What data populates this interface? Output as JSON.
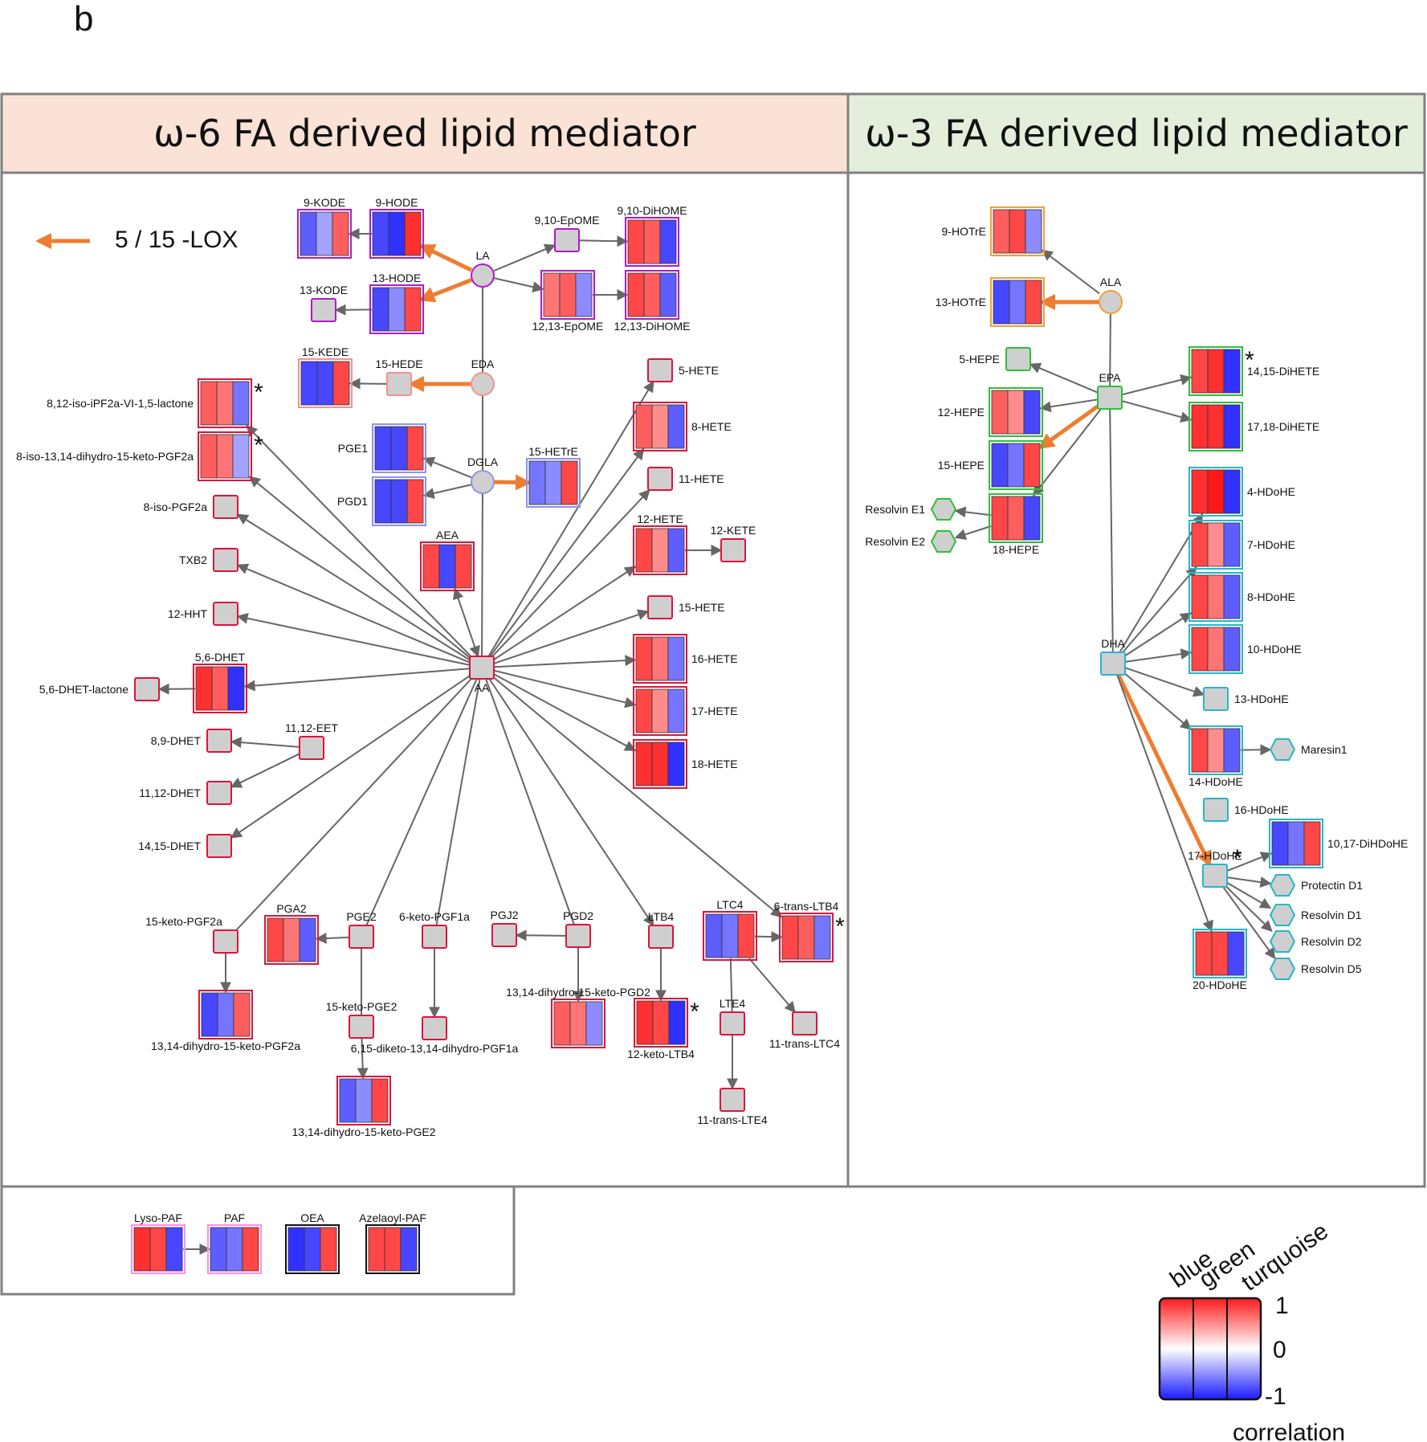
{
  "panel_letter": "b",
  "headers": {
    "omega6": "ω-6 FA derived lipid mediator",
    "omega3": "ω-3 FA derived lipid mediator"
  },
  "arrow_legend": {
    "label": "5 / 15 -LOX",
    "color": "#ee7d31"
  },
  "corr_legend": {
    "columns": [
      "blue",
      "green",
      "turquoise"
    ],
    "ticks": [
      "1",
      "0",
      "-1"
    ],
    "title": "correlation"
  },
  "colors": {
    "LA": "#b019c8",
    "EDA": "#f29292",
    "DGLA": "#8e94e8",
    "AA": "#dc143c",
    "ALA": "#f0a030",
    "EPA": "#2fbf3a",
    "DHA": "#25b7c8",
    "PAF": "#ff8ee8",
    "black": "#111111",
    "lox": "#ee7d31",
    "edge": "#666666",
    "gray": "#cfcfcf"
  },
  "nodes": {
    "LA": "LA",
    "EDA": "EDA",
    "DGLA": "DGLA",
    "AA": "AA",
    "AEA": "AEA",
    "KODE9": "9-KODE",
    "HODE9": "9-HODE",
    "KODE13": "13-KODE",
    "HODE13": "13-HODE",
    "EPOME910": "9,10-EpOME",
    "DIHOME910": "9,10-DiHOME",
    "EPOME1213": "12,13-EpOME",
    "DIHOME1213": "12,13-DiHOME",
    "KEDE15": "15-KEDE",
    "HEDE15": "15-HEDE",
    "PGE1": "PGE1",
    "PGD1": "PGD1",
    "HETRE15": "15-HETrE",
    "LACT": "8,12-iso-iPF2a-VI-1,5-lactone",
    "ISOPGF2A_DH": "8-iso-13,14-dihydro-15-keto-PGF2a",
    "ISOPGF2A": "8-iso-PGF2a",
    "TXB2": "TXB2",
    "HHT12": "12-HHT",
    "DHET56": "5,6-DHET",
    "DHET56L": "5,6-DHET-lactone",
    "DHET89": "8,9-DHET",
    "EET1112": "11,12-EET",
    "DHET1112": "11,12-DHET",
    "DHET1415": "14,15-DHET",
    "HETE5": "5-HETE",
    "HETE8": "8-HETE",
    "HETE11": "11-HETE",
    "HETE12": "12-HETE",
    "KETE12": "12-KETE",
    "HETE15": "15-HETE",
    "HETE16": "16-HETE",
    "HETE17": "17-HETE",
    "HETE18": "18-HETE",
    "KPGF2A15": "15-keto-PGF2a",
    "PGA2": "PGA2",
    "PGE2": "PGE2",
    "KPGF1A6": "6-keto-PGF1a",
    "PGJ2": "PGJ2",
    "PGD2": "PGD2",
    "LTB4": "LTB4",
    "LTC4": "LTC4",
    "TLTB4": "6-trans-LTB4",
    "DHKPGF2A": "13,14-dihydro-15-keto-PGF2a",
    "KPGE2": "15-keto-PGE2",
    "DKPGF1A": "6,15-diketo-13,14-dihydro-PGF1a",
    "DHKPGD2": "13,14-dihydro-15-keto-PGD2",
    "KLTB4": "12-keto-LTB4",
    "LTE4": "LTE4",
    "TLTC4": "11-trans-LTC4",
    "TLTE4": "11-trans-LTE4",
    "DHKPGE2": "13,14-dihydro-15-keto-PGE2",
    "ALA": "ALA",
    "HOTRE9": "9-HOTrE",
    "HOTRE13": "13-HOTrE",
    "EPA": "EPA",
    "HEPE5": "5-HEPE",
    "HEPE12": "12-HEPE",
    "HEPE15": "15-HEPE",
    "HEPE18": "18-HEPE",
    "RVE1": "Resolvin E1",
    "RVE2": "Resolvin E2",
    "DIHETE1415": "14,15-DiHETE",
    "DIHETE1718": "17,18-DiHETE",
    "DHA": "DHA",
    "HDOHE4": "4-HDoHE",
    "HDOHE7": "7-HDoHE",
    "HDOHE8": "8-HDoHE",
    "HDOHE10": "10-HDoHE",
    "HDOHE13": "13-HDoHE",
    "HDOHE14": "14-HDoHE",
    "MARESIN1": "Maresin1",
    "HDOHE16": "16-HDoHE",
    "HDOHE17": "17-HDoHE",
    "DIHDOHE1017": "10,17-DiHDoHE",
    "PD1": "Protectin D1",
    "RVD1": "Resolvin D1",
    "RVD2": "Resolvin D2",
    "RVD5": "Resolvin D5",
    "HDOHE20": "20-HDoHE",
    "LYSOPAF": "Lyso-PAF",
    "PAF": "PAF",
    "OEA": "OEA",
    "AZPAF": "Azelaoyl-PAF"
  },
  "heatmaps": {
    "HODE9": [
      -0.8,
      -0.9,
      0.9
    ],
    "KODE9": [
      -0.7,
      -0.4,
      0.7
    ],
    "HODE13": [
      -0.8,
      -0.5,
      0.8
    ],
    "EPOME1213": [
      0.6,
      0.7,
      -0.5
    ],
    "DIHOME910": [
      0.8,
      0.7,
      -0.8
    ],
    "DIHOME1213": [
      0.8,
      0.7,
      -0.7
    ],
    "KEDE15": [
      -0.8,
      -0.8,
      0.8
    ],
    "PGE1": [
      -0.8,
      -0.8,
      0.8
    ],
    "PGD1": [
      -0.8,
      -0.8,
      0.8
    ],
    "HETRE15": [
      -0.6,
      -0.5,
      0.8
    ],
    "AEA": [
      0.8,
      -0.8,
      0.8
    ],
    "LACT": [
      0.7,
      0.6,
      -0.6
    ],
    "ISOPGF2A_DH": [
      0.7,
      0.6,
      -0.4
    ],
    "DHET56": [
      0.9,
      0.7,
      -0.9
    ],
    "HETE8": [
      0.7,
      0.5,
      -0.7
    ],
    "HETE12": [
      0.8,
      0.5,
      -0.7
    ],
    "HETE16": [
      0.8,
      0.6,
      -0.6
    ],
    "HETE17": [
      0.8,
      0.5,
      -0.6
    ],
    "HETE18": [
      0.9,
      0.9,
      -0.9
    ],
    "PGA2": [
      0.8,
      0.6,
      -0.7
    ],
    "TLTB4": [
      0.8,
      0.7,
      -0.6
    ],
    "LTC4": [
      -0.7,
      -0.6,
      0.8
    ],
    "DHKPGF2A": [
      -0.8,
      -0.6,
      0.7
    ],
    "DHKPGD2": [
      0.7,
      0.6,
      -0.5
    ],
    "KLTB4": [
      0.9,
      0.8,
      -0.9
    ],
    "DHKPGE2": [
      -0.7,
      -0.5,
      0.8
    ],
    "HOTRE9": [
      0.7,
      0.8,
      -0.5
    ],
    "HOTRE13": [
      -0.8,
      -0.6,
      0.8
    ],
    "HEPE12": [
      0.7,
      0.5,
      -0.8
    ],
    "HEPE15": [
      -0.8,
      -0.6,
      0.8
    ],
    "HEPE18": [
      0.8,
      0.7,
      -0.8
    ],
    "DIHETE1415": [
      0.8,
      0.9,
      -0.9
    ],
    "DIHETE1718": [
      0.9,
      0.9,
      -0.9
    ],
    "HDOHE4": [
      0.9,
      1.0,
      -0.9
    ],
    "HDOHE7": [
      0.8,
      0.5,
      -0.7
    ],
    "HDOHE8": [
      0.8,
      0.6,
      -0.7
    ],
    "HDOHE10": [
      0.8,
      0.6,
      -0.7
    ],
    "HDOHE14": [
      0.8,
      0.5,
      -0.7
    ],
    "DIHDOHE1017": [
      -0.8,
      -0.6,
      0.8
    ],
    "HDOHE20": [
      0.8,
      0.8,
      -0.8
    ],
    "LYSOPAF": [
      0.9,
      0.8,
      -0.8
    ],
    "PAF": [
      -0.7,
      -0.6,
      0.8
    ],
    "OEA": [
      -0.9,
      -0.8,
      0.8
    ],
    "AZPAF": [
      0.8,
      0.8,
      -0.8
    ]
  },
  "significant": [
    "LACT",
    "ISOPGF2A_DH",
    "TLTB4",
    "KLTB4",
    "DIHETE1415",
    "HDOHE17"
  ]
}
